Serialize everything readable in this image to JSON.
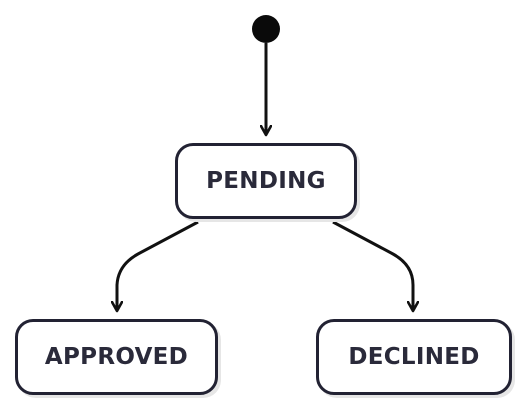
{
  "states": {
    "pending": "PENDING",
    "approved": "APPROVED",
    "declined": "DECLINED"
  },
  "colors": {
    "stroke": "#222233",
    "text": "#2a2a3a",
    "shadow": "#e6e6e6",
    "background": "#ffffff"
  },
  "transitions": [
    {
      "from": "initial",
      "to": "PENDING"
    },
    {
      "from": "PENDING",
      "to": "APPROVED"
    },
    {
      "from": "PENDING",
      "to": "DECLINED"
    }
  ]
}
